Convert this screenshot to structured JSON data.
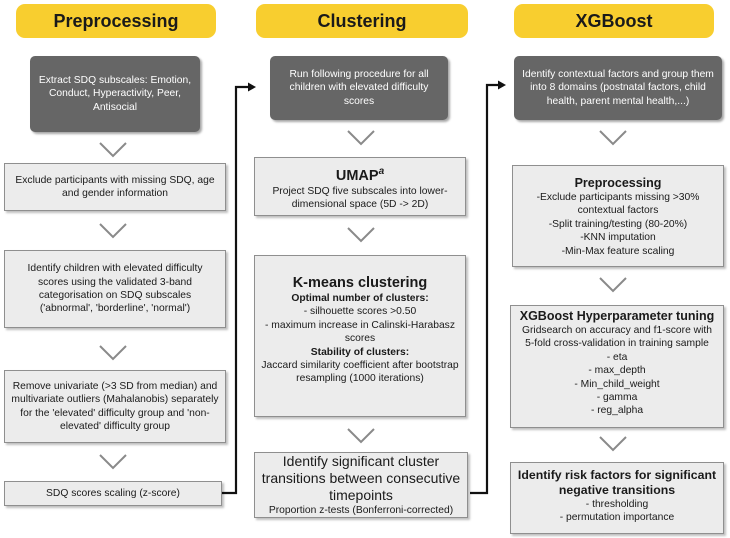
{
  "columns": [
    {
      "title": "Preprocessing"
    },
    {
      "title": "Clustering"
    },
    {
      "title": "XGBoost"
    }
  ],
  "pre": {
    "start": "Extract SDQ subscales: Emotion, Conduct, Hyperactivity, Peer, Antisocial",
    "exclude": "Exclude participants with missing SDQ, age and gender information",
    "identify": "Identify children with elevated difficulty scores using the validated 3-band categorisation on SDQ subscales ('abnormal', 'borderline', 'normal')",
    "remove": "Remove univariate (>3 SD from median) and multivariate outliers (Mahalanobis) separately for the 'elevated' difficulty group and 'non-elevated' difficulty group",
    "scaling": "SDQ scores scaling (z-score)"
  },
  "clu": {
    "start": "Run following procedure for all children with elevated difficulty scores",
    "umap_title": "UMAP",
    "umap_sup": "a",
    "umap_text": "Project SDQ five subscales into lower-dimensional space  (5D -> 2D)",
    "km_title": "K-means clustering",
    "km_opt": "Optimal number of clusters:",
    "km_b1": "-   silhouette scores >0.50",
    "km_b2": "-   maximum increase in Calinski-Harabasz scores",
    "km_stab": "Stability of clusters:",
    "km_stab_text": "Jaccard similarity coefficient after bootstrap resampling (1000 iterations)",
    "sig_title": "Identify significant cluster transitions between consecutive timepoints",
    "sig_text": "Proportion z-tests (Bonferroni-corrected)"
  },
  "xgb": {
    "start": "Identify contextual factors and group them into 8 domains (postnatal factors, child health, parent mental health,...)",
    "pp_title": "Preprocessing",
    "pp_l1": "-Exclude participants missing  >30%",
    "pp_l2": "contextual factors",
    "pp_l3": "-Split training/testing (80-20%)",
    "pp_l4": "-KNN imputation",
    "pp_l5": "-Min-Max feature scaling",
    "hp_title": "XGBoost Hyperparameter tuning",
    "hp_text": "Gridsearch on accuracy and f1-score with 5-fold cross-validation in training sample",
    "hp_p1": "-    eta",
    "hp_p2": "-    max_depth",
    "hp_p3": "-    Min_child_weight",
    "hp_p4": "-    gamma",
    "hp_p5": "-    reg_alpha",
    "rf_title": "Identify risk factors for significant negative transitions",
    "rf_p1": "-    thresholding",
    "rf_p2": "-    permutation importance"
  }
}
